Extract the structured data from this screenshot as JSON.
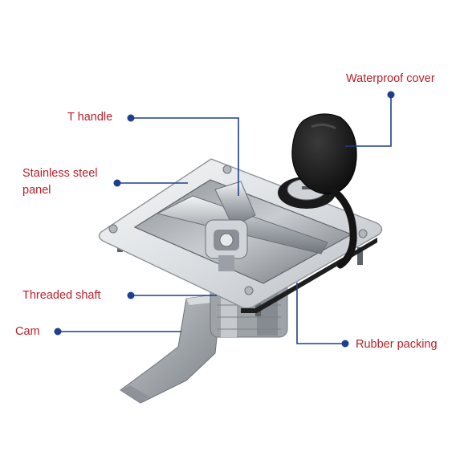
{
  "labels": {
    "waterproof_cover": "Waterproof cover",
    "t_handle": "T handle",
    "stainless_panel_line1": "Stainless steel",
    "stainless_panel_line2": "panel",
    "threaded_shaft": "Threaded shaft",
    "cam": "Cam",
    "rubber_packing": "Rubber packing"
  },
  "colors": {
    "label_text": "#b8202a",
    "leader_line": "#1d3f8f",
    "steel_light": "#e9ecef",
    "steel_dark": "#7b8188",
    "cover_black": "#141414"
  }
}
